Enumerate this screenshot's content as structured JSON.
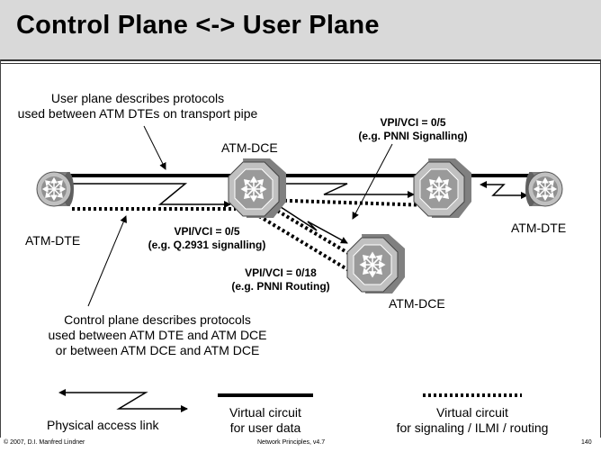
{
  "title": "Control Plane <-> User Plane",
  "annotations": {
    "user_plane_line1": "User plane describes protocols",
    "user_plane_line2": "used between ATM DTEs on transport pipe",
    "signalling_top_line1": "VPI/VCI = 0/5",
    "signalling_top_line2": "(e.g. PNNI Signalling)",
    "q2931_line1": "VPI/VCI = 0/5",
    "q2931_line2": "(e.g. Q.2931 signalling)",
    "routing_line1": "VPI/VCI = 0/18",
    "routing_line2": "(e.g. PNNI Routing)",
    "control_plane_line1": "Control plane describes protocols",
    "control_plane_line2": "used between ATM DTE and ATM  DCE",
    "control_plane_line3": "or between ATM DCE and ATM DCE"
  },
  "nodes": {
    "dte_left": "ATM-DTE",
    "dce_top": "ATM-DCE",
    "dte_right": "ATM-DTE",
    "dce_bottom": "ATM-DCE"
  },
  "legend": {
    "physical_label": "Physical access link",
    "vc_user_line1": "Virtual circuit",
    "vc_user_line2": "for user data",
    "vc_signal_line1": "Virtual circuit",
    "vc_signal_line2": "for signaling / ILMI / routing"
  },
  "footer": {
    "copyright": "© 2007, D.I. Manfred Lindner",
    "course": "Network Principles, v4.7",
    "page": "140"
  },
  "colors": {
    "title_bg": "#d9d9d9",
    "device_fill": "#c0c0c0",
    "device_dark": "#808080",
    "line": "#000000"
  }
}
